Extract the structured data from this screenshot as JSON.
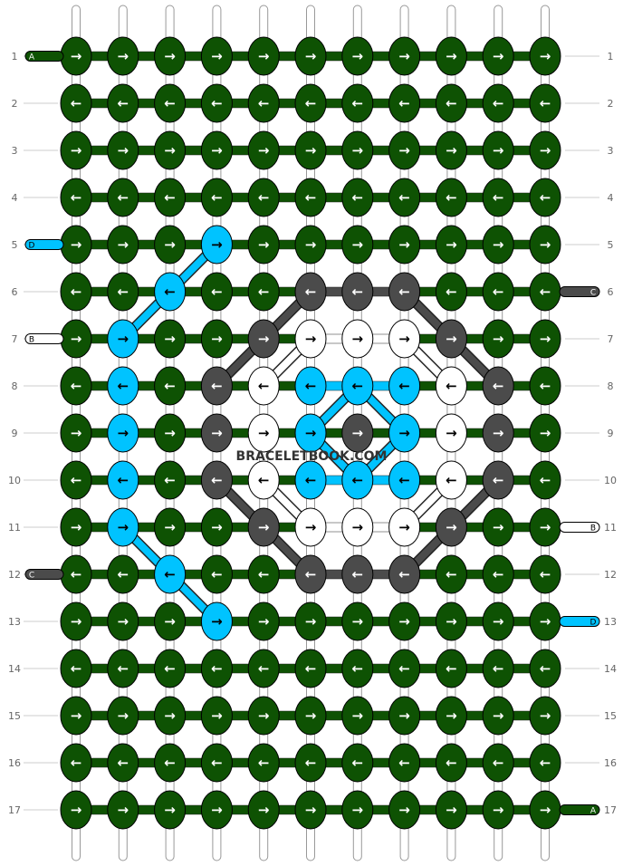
{
  "colors": {
    "A": "#0e5203",
    "B": "#ffffff",
    "C": "#4b4b4b",
    "D": "#00c3ff"
  },
  "watermark": "BRACELETBOOK.COM",
  "left_tags": [
    {
      "row": 1,
      "letter": "A"
    },
    {
      "row": 5,
      "letter": "D"
    },
    {
      "row": 7,
      "letter": "B"
    },
    {
      "row": 12,
      "letter": "C"
    }
  ],
  "right_tags": [
    {
      "row": 6,
      "letter": "C"
    },
    {
      "row": 11,
      "letter": "B"
    },
    {
      "row": 13,
      "letter": "D"
    },
    {
      "row": 17,
      "letter": "A"
    }
  ],
  "rows": [
    {
      "label": "1",
      "dir": "→",
      "knots": "AAAAAAAAAAA"
    },
    {
      "label": "2",
      "dir": "←",
      "knots": "AAAAAAAAAAA"
    },
    {
      "label": "3",
      "dir": "→",
      "knots": "AAAAAAAAAAA"
    },
    {
      "label": "4",
      "dir": "←",
      "knots": "AAAAAAAAAAA"
    },
    {
      "label": "5",
      "dir": "→",
      "knots": "AAADAAAAAAA"
    },
    {
      "label": "6",
      "dir": "←",
      "knots": "AADAACCCAAA"
    },
    {
      "label": "7",
      "dir": "→",
      "knots": "ADAACBBBCAA"
    },
    {
      "label": "8",
      "dir": "←",
      "knots": "ADACBDDDBCA"
    },
    {
      "label": "9",
      "dir": "→",
      "knots": "ADACBDCDBCA"
    },
    {
      "label": "10",
      "dir": "←",
      "knots": "ADACBDDDBCA"
    },
    {
      "label": "11",
      "dir": "→",
      "knots": "ADAACBBBCAA"
    },
    {
      "label": "12",
      "dir": "←",
      "knots": "AADAACCCAAA"
    },
    {
      "label": "13",
      "dir": "→",
      "knots": "AAADAAAAAAA"
    },
    {
      "label": "14",
      "dir": "←",
      "knots": "AAAAAAAAAAA"
    },
    {
      "label": "15",
      "dir": "→",
      "knots": "AAAAAAAAAAA"
    },
    {
      "label": "16",
      "dir": "←",
      "knots": "AAAAAAAAAAA"
    },
    {
      "label": "17",
      "dir": "→",
      "knots": "AAAAAAAAAAA"
    }
  ]
}
